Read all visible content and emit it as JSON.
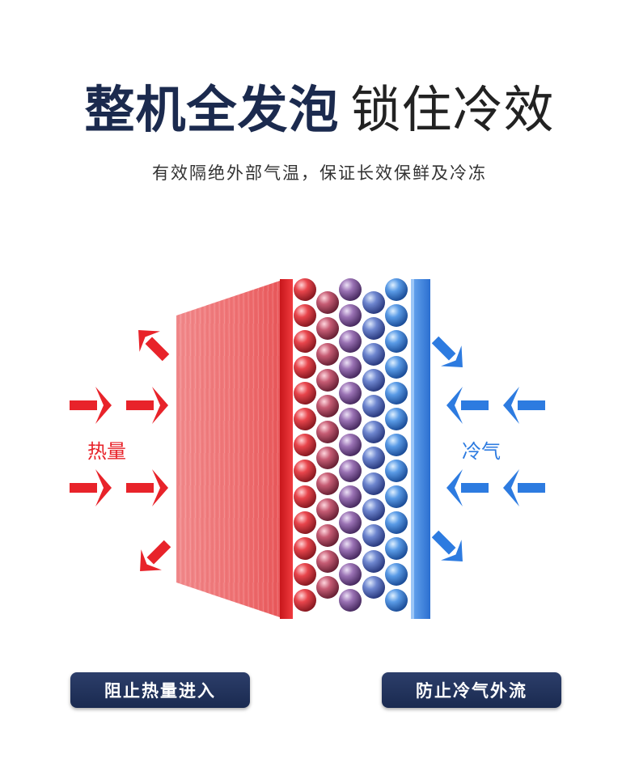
{
  "header": {
    "title_bold": "整机全发泡",
    "title_light": "锁住冷效",
    "subtitle": "有效隔绝外部气温，保证长效保鲜及冷冻"
  },
  "illustration": {
    "heat_label": "热量",
    "cold_label": "冷气",
    "colors": {
      "heat": "#e8232a",
      "cold": "#2d7be0",
      "panel": "#f07a7c",
      "navy": "#1b2a4e"
    }
  },
  "buttons": {
    "left_label": "阻止热量进入",
    "right_label": "防止冷气外流"
  }
}
